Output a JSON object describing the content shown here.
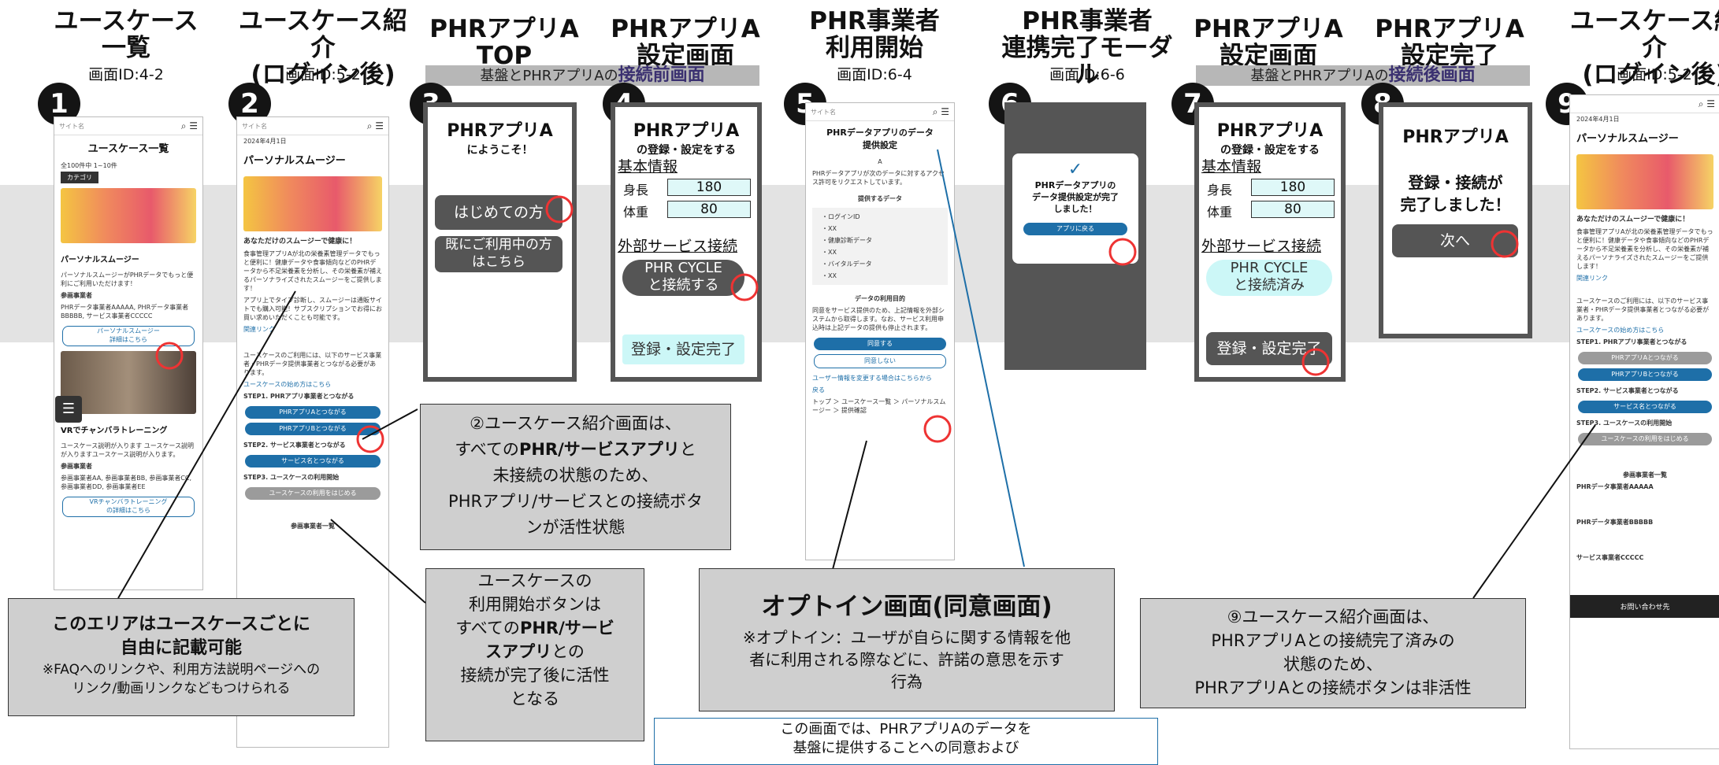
{
  "headers": {
    "h1": {
      "title": "ユースケース\n一覧",
      "sub": "画面ID:4-2"
    },
    "h2": {
      "title": "ユースケース紹介\n(ログイン後)",
      "sub": "画面ID:5-2"
    },
    "h3": {
      "title": "PHRアプリA\nTOP",
      "sub": ""
    },
    "h4": {
      "title": "PHRアプリA\n設定画面",
      "sub": ""
    },
    "h5": {
      "title": "PHR事業者\n利用開始",
      "sub": "画面ID:6-4"
    },
    "h6": {
      "title": "PHR事業者\n連携完了モーダル",
      "sub": "画面ID:6-6"
    },
    "h7": {
      "title": "PHRアプリA\n設定画面",
      "sub": ""
    },
    "h8": {
      "title": "PHRアプリA\n設定完了",
      "sub": ""
    },
    "h9": {
      "title": "ユースケース紹介\n(ログイン後)",
      "sub": "画面ID:5-2"
    }
  },
  "bars": {
    "before_prefix": "基盤とPHRアプリAの",
    "before_em": "接続前画面",
    "after_prefix": "基盤とPHRアプリAの",
    "after_em": "接続後画面"
  },
  "steps": [
    "1",
    "2",
    "3",
    "4",
    "5",
    "6",
    "7",
    "8",
    "9"
  ],
  "s1": {
    "brand": "サイト名",
    "title": "ユースケース一覧",
    "count": "全100件中 1~10件",
    "tag": "カテゴリ",
    "card1_title": "パーソナルスムージー",
    "card1_desc": "パーソナルスムージーがPHRデータでもっと便利にご利用いただけます！",
    "card1_provider_h": "参画事業者",
    "card1_provider": "PHRデータ事業者AAAAA, PHRデータ事業者BBBBB, サービス事業者CCCCC",
    "card1_btn": "パーソナルスムージー\n詳細はこちら",
    "card2_title": "VRでチャンバラトレーニング",
    "card2_desc": "ユースケース説明が入ります ユースケース説明が入りますユースケース説明が入ります。",
    "card2_provider_h": "参画事業者",
    "card2_provider": "参画事業者AA, 参画事業者BB, 参画事業者CC, 参画事業者DD, 参画事業者EE",
    "card2_btn": "VRチャンバラトレーニング\nの詳細はこちら"
  },
  "s2": {
    "brand": "サイト名",
    "date": "2024年4月1日",
    "title": "パーソナルスムージー",
    "head": "あなただけのスムージーで健康に！",
    "body": "食事管理アプリAが北の栄養素管理データでもっと便利に！健康データや食事傾向などのPHRデータから不足栄養素を分析し、その栄養素が補えるパーソナライズされたスムージーをご提供します！",
    "body2": "アプリ上でタイプ診断し、スムージーは通販サイトでも購入可能！サブスクリプションでお得にお買い求めいただくことも可能です。",
    "link": "関連リンク",
    "note": "ユースケースのご利用には、以下のサービス事業者・PHRデータ提供事業者とつながる必要があります。",
    "how": "ユースケースの始め方はこちら",
    "step1": "STEP1. PHRアプリ事業者とつながる",
    "btnA": "PHRアプリAとつながる",
    "btnB": "PHRアプリBとつながる",
    "step2": "STEP2. サービス事業者とつながる",
    "btnS": "サービス名とつながる",
    "step3": "STEP3. ユースケースの利用開始",
    "btnU": "ユースケースの利用をはじめる",
    "list": "参画事業者一覧"
  },
  "s3": {
    "title": "PHRアプリA",
    "sub": "にようこそ！",
    "btn1": "はじめての方",
    "btn2": "既にご利用中の方\nはこちら"
  },
  "s4": {
    "title": "PHRアプリA",
    "sub": "の登録・設定をする",
    "basic": "基本情報",
    "height_label": "身長",
    "height": "180",
    "weight_label": "体重",
    "weight": "80",
    "ext": "外部サービス接続",
    "connect": "PHR CYCLE\nと接続する",
    "done": "登録・設定完了"
  },
  "s5": {
    "brand": "サイト名",
    "title": "PHRデータアプリのデータ\n提供設定",
    "sub": "A",
    "req": "PHRデータアプリが次のデータに対するアクセス許可をリクエストしています。",
    "provide": "提供するデータ",
    "items": [
      "・ログインID",
      "・XX",
      "・健康診断データ",
      "・XX",
      "・バイタルデータ",
      "・XX"
    ],
    "purpose": "データの利用目的",
    "purpose_text": "同意をサービス提供のため、上記情報を外部システムから取得します。なお、サービス利用申込時は上記データの提供も停止されます。",
    "agree": "同意する",
    "disagree": "同意しない",
    "change": "ユーザー情報を変更する場合はこちらから",
    "back": "戻る",
    "crumb": "トップ ＞ ユースケース一覧 ＞ パーソナルスムージー ＞ 提供確認"
  },
  "s6": {
    "msg": "PHRデータアプリの\nデータ提供設定が完了\nしました！",
    "btn": "アプリに戻る"
  },
  "s7": {
    "title": "PHRアプリA",
    "sub": "の登録・設定をする",
    "basic": "基本情報",
    "height_label": "身長",
    "height": "180",
    "weight_label": "体重",
    "weight": "80",
    "ext": "外部サービス接続",
    "connected": "PHR CYCLE\nと接続済み",
    "done": "登録・設定完了"
  },
  "s8": {
    "title": "PHRアプリA",
    "msg": "登録・接続が\n完了しました！",
    "btn": "次へ"
  },
  "s9": {
    "date": "2024年4月1日",
    "title": "パーソナルスムージー",
    "head": "あなただけのスムージーで健康に！",
    "body": "食事管理アプリAが北の栄養素管理データでもっと便利に！健康データや食事傾向などのPHRデータから不足栄養素を分析し、その栄養素が補えるパーソナライズされたスムージーをご提供します！",
    "link": "関連リンク",
    "note": "ユースケースのご利用には、以下のサービス事業者・PHRデータ提供事業者とつながる必要があります。",
    "how": "ユースケースの始め方はこちら",
    "step1": "STEP1. PHRアプリ事業者とつながる",
    "btnA": "PHRアプリAとつながる",
    "btnB": "PHRアプリBとつながる",
    "step2": "STEP2. サービス事業者とつながる",
    "btnS": "サービス名とつながる",
    "step3": "STEP3. ユースケースの利用開始",
    "btnU": "ユースケースの利用をはじめる",
    "list": "参画事業者一覧",
    "p1": "PHRデータ事業者AAAAA",
    "p2": "PHRデータ事業者BBBBB",
    "p3": "サービス事業者CCCCC",
    "contact": "お問い合わせ先"
  },
  "callouts": {
    "c1_title": "このエリアはユースケースごとに\n自由に記載可能",
    "c1_sub": "※FAQへのリンクや、利用方法説明ページへの\nリンク/動画リンクなどもつけられる",
    "c2_a": "②ユースケース紹介画面は、",
    "c2_b1": "すべての",
    "c2_b2": "PHR/サービスアプリ",
    "c2_b3": "と",
    "c2_c": "未接続の状態のため、\nPHRアプリ/サービスとの接続ボタ\nンが活性状態",
    "c3_a": "ユースケースの\n利用開始ボタンは\nすべての",
    "c3_b": "PHR/サービ\nスアプリ",
    "c3_c": "との\n接続が完了後に活性\nとなる",
    "c4_title": "オプトイン画面(同意画面)",
    "c4_sub": "※オプトイン：ユーザが自らに関する情報を他\n者に利用される際などに、許諾の意思を示す\n行為",
    "c5": "⑨ユースケース紹介画面は、\nPHRアプリAとの接続完了済みの\n状態のため、\nPHRアプリAとの接続ボタンは非活性",
    "c6": "この画面では、PHRアプリAのデータを\n基盤に提供することへの同意および"
  }
}
